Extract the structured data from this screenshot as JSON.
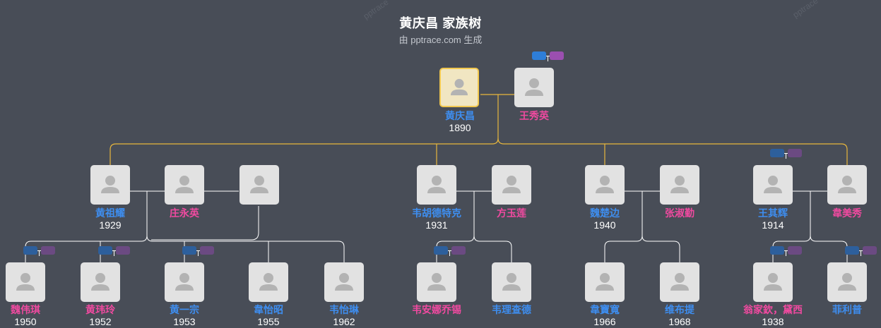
{
  "header": {
    "title": "黄庆昌 家族树",
    "subtitle": "由 pptrace.com 生成",
    "watermark": "pptrace"
  },
  "colors": {
    "background": "#484d57",
    "male": "#3e8ef0",
    "female": "#f04aa0",
    "root_line": "#e8b73d",
    "line": "#ffffff",
    "root_border": "#f2c84f"
  },
  "people": [
    {
      "id": "p_root",
      "name": "黄庆昌",
      "year": "1890",
      "gender": "male",
      "root": true
    },
    {
      "id": "p_wxy",
      "name": "王秀英",
      "year": "",
      "gender": "female"
    },
    {
      "id": "p_hzy",
      "name": "黄祖耀",
      "year": "1929",
      "gender": "male"
    },
    {
      "id": "p_zyy",
      "name": "庄永英",
      "year": "",
      "gender": "female"
    },
    {
      "id": "p_blank",
      "name": "",
      "year": "",
      "gender": "female"
    },
    {
      "id": "p_whdtk",
      "name": "韦胡德特克",
      "year": "1931",
      "gender": "male"
    },
    {
      "id": "p_fyl",
      "name": "方玉莲",
      "year": "",
      "gender": "female"
    },
    {
      "id": "p_wcb",
      "name": "魏楚边",
      "year": "1940",
      "gender": "male"
    },
    {
      "id": "p_zsq",
      "name": "张淑勤",
      "year": "",
      "gender": "female"
    },
    {
      "id": "p_wqh",
      "name": "王其辉",
      "year": "1914",
      "gender": "male"
    },
    {
      "id": "p_wmx",
      "name": "韋美秀",
      "year": "",
      "gender": "female"
    },
    {
      "id": "p_wwq",
      "name": "魏伟琪",
      "year": "1950",
      "gender": "female"
    },
    {
      "id": "p_hwl",
      "name": "黄玮玲",
      "year": "1952",
      "gender": "female"
    },
    {
      "id": "p_hyz",
      "name": "黄一宗",
      "year": "1953",
      "gender": "male"
    },
    {
      "id": "p_wyz",
      "name": "韋怡昭",
      "year": "1955",
      "gender": "male"
    },
    {
      "id": "p_wyl",
      "name": "韦怡琳",
      "year": "1962",
      "gender": "male"
    },
    {
      "id": "p_wanqx",
      "name": "韦安娜乔锡",
      "year": "",
      "gender": "female"
    },
    {
      "id": "p_wlcd",
      "name": "韦理查德",
      "year": "",
      "gender": "male"
    },
    {
      "id": "p_wbm",
      "name": "韋寶寬",
      "year": "1966",
      "gender": "male"
    },
    {
      "id": "p_wbt",
      "name": "维布提",
      "year": "1968",
      "gender": "male"
    },
    {
      "id": "p_wjq",
      "name": "翁家欽，黛西",
      "year": "1938",
      "gender": "female"
    },
    {
      "id": "p_flp",
      "name": "菲利普",
      "year": "",
      "gender": "male"
    }
  ]
}
